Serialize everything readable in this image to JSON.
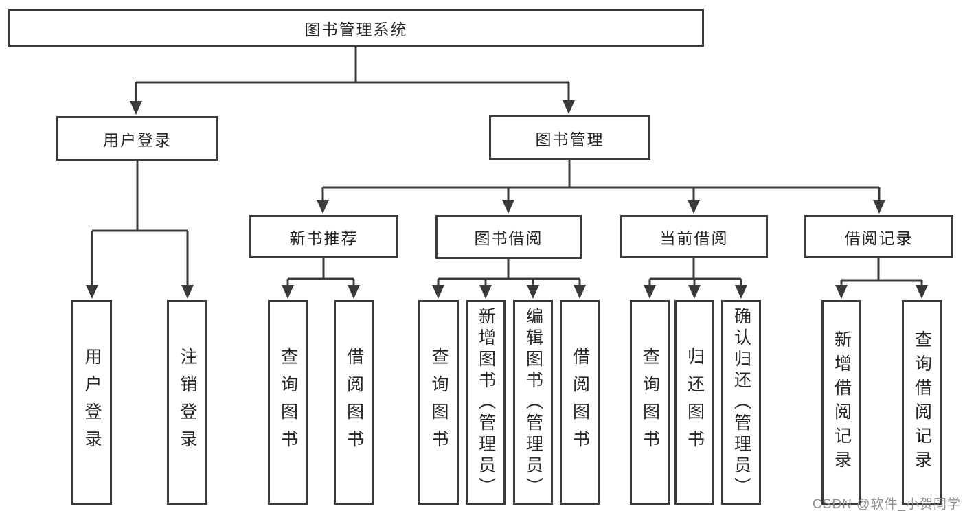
{
  "nodes": {
    "root": {
      "label": "图书管理系统"
    },
    "branches": {
      "user_login": {
        "label": "用户登录",
        "children": {
          "login": {
            "label": "用户登录"
          },
          "logout": {
            "label": "注销登录"
          }
        }
      },
      "book_management": {
        "label": "图书管理",
        "children": {
          "new_book_recommend": {
            "label": "新书推荐",
            "children": {
              "query_books": {
                "label": "查询图书"
              },
              "borrow_books": {
                "label": "借阅图书"
              }
            }
          },
          "book_borrow": {
            "label": "图书借阅",
            "children": {
              "query_books": {
                "label": "查询图书"
              },
              "add_books_admin": {
                "label": "新增图书（管理员）"
              },
              "edit_books_admin": {
                "label": "编辑图书（管理员）"
              },
              "borrow_books": {
                "label": "借阅图书"
              }
            }
          },
          "current_borrow": {
            "label": "当前借阅",
            "children": {
              "query_books": {
                "label": "查询图书"
              },
              "return_books": {
                "label": "归还图书"
              },
              "confirm_return_admin": {
                "label": "确认归还（管理员）"
              }
            }
          },
          "borrow_records": {
            "label": "借阅记录",
            "children": {
              "add_borrow_record": {
                "label": "新增借阅记录"
              },
              "query_borrow_record": {
                "label": "查询借阅记录"
              }
            }
          }
        }
      }
    }
  },
  "watermark": {
    "text": "CSDN @软件_小贺同学"
  },
  "colors": {
    "line": "#3a3a3a",
    "text": "#262626",
    "watermark": "#8f8f8f",
    "background": "#ffffff"
  }
}
